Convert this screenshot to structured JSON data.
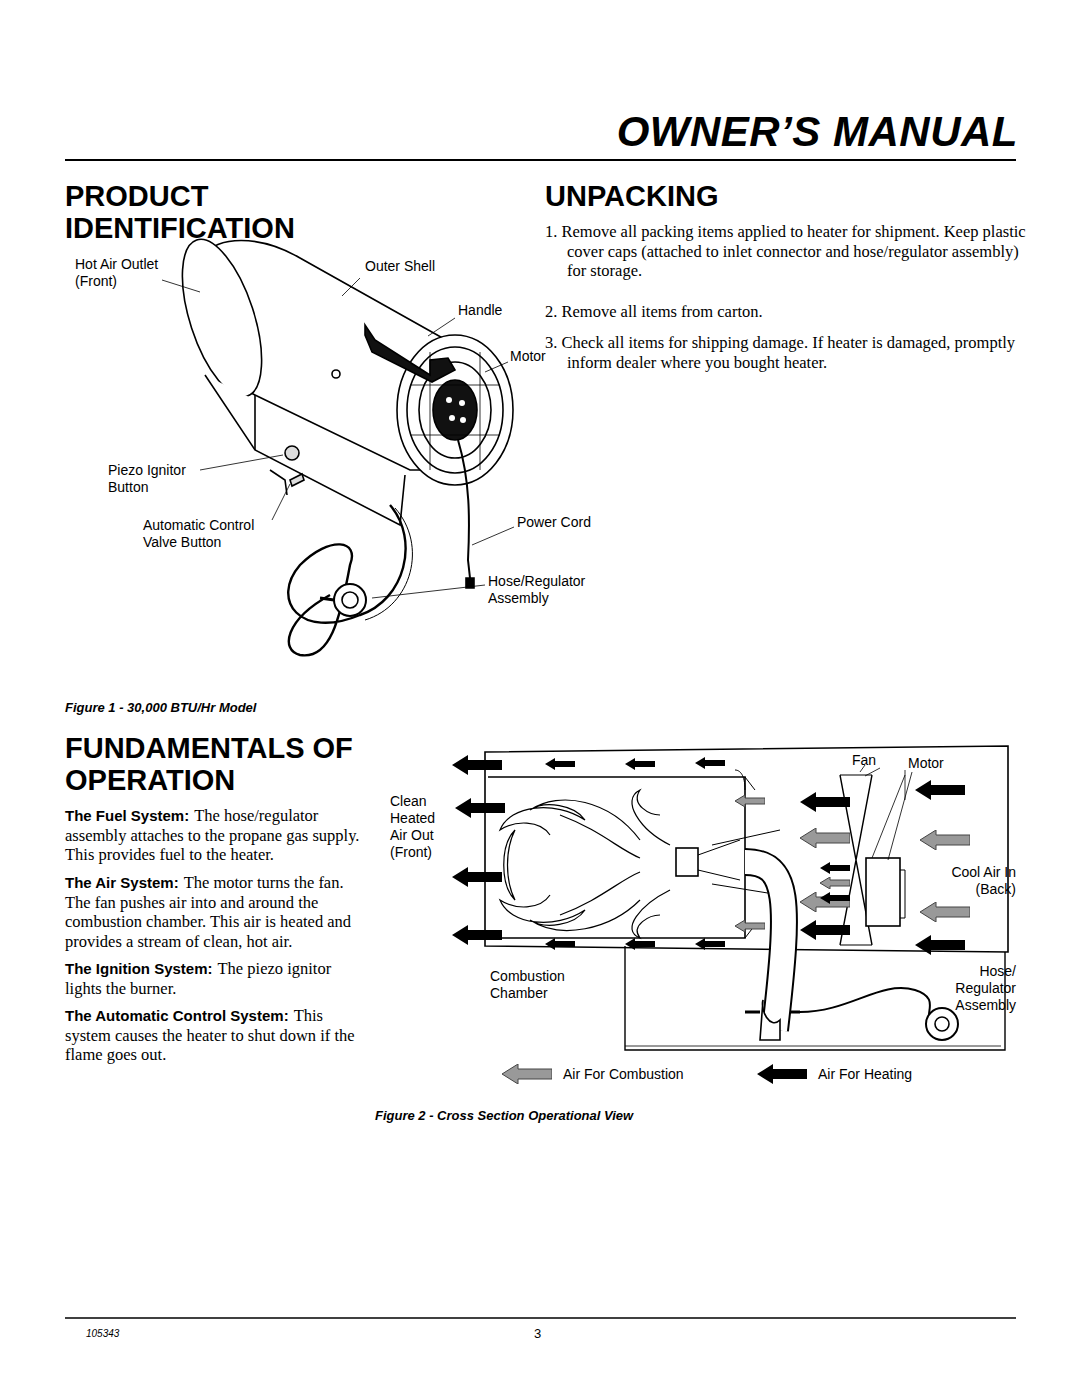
{
  "diagram": {
    "title": "OWNER’S MANUAL",
    "labels": [
      "PRODUCT IDENTIFICATION",
      "UNPACKING",
      "1. Remove all packing items applied to heater for shipment. Keep plastic cover caps (attached to inlet connector and hose/regulator assembly) for storage.",
      "2. Remove all items from carton.",
      "3. Check all items for shipping damage. If heater is damaged, promptly inform dealer where you bought heater.",
      "Hot Air Outlet (Front)",
      "Outer Shell",
      "Handle",
      "Motor",
      "Piezo Ignitor Button",
      "Automatic Control Valve Button",
      "Power Cord",
      "Hose/Regulator Assembly",
      "Figure 1 - 30,000 BTU/Hr Model",
      "FUNDAMENTALS OF OPERATION",
      "The Fuel System:",
      "The hose/regulator assembly attaches to the propane gas supply. This provides fuel to the heater.",
      "The Air System:",
      "The motor turns the fan. The fan pushes air into and around the combustion chamber. This air is heated and provides a stream of clean, hot air.",
      "The Ignition System:",
      "The piezo ignitor lights the burner.",
      "The Automatic Control System:",
      "This system causes the heater to shut down if the flame goes out.",
      "Fan",
      "Motor",
      "Clean Heated Air Out (Front)",
      "Cool Air In (Back)",
      "Combustion Chamber",
      "Hose/ Regulator Assembly",
      "Figure 2 - Cross Section Operational View",
      "105343",
      "3"
    ],
    "legend": [
      {
        "text": "Air For Combustion"
      },
      {
        "text": "Air For Heating"
      }
    ]
  }
}
